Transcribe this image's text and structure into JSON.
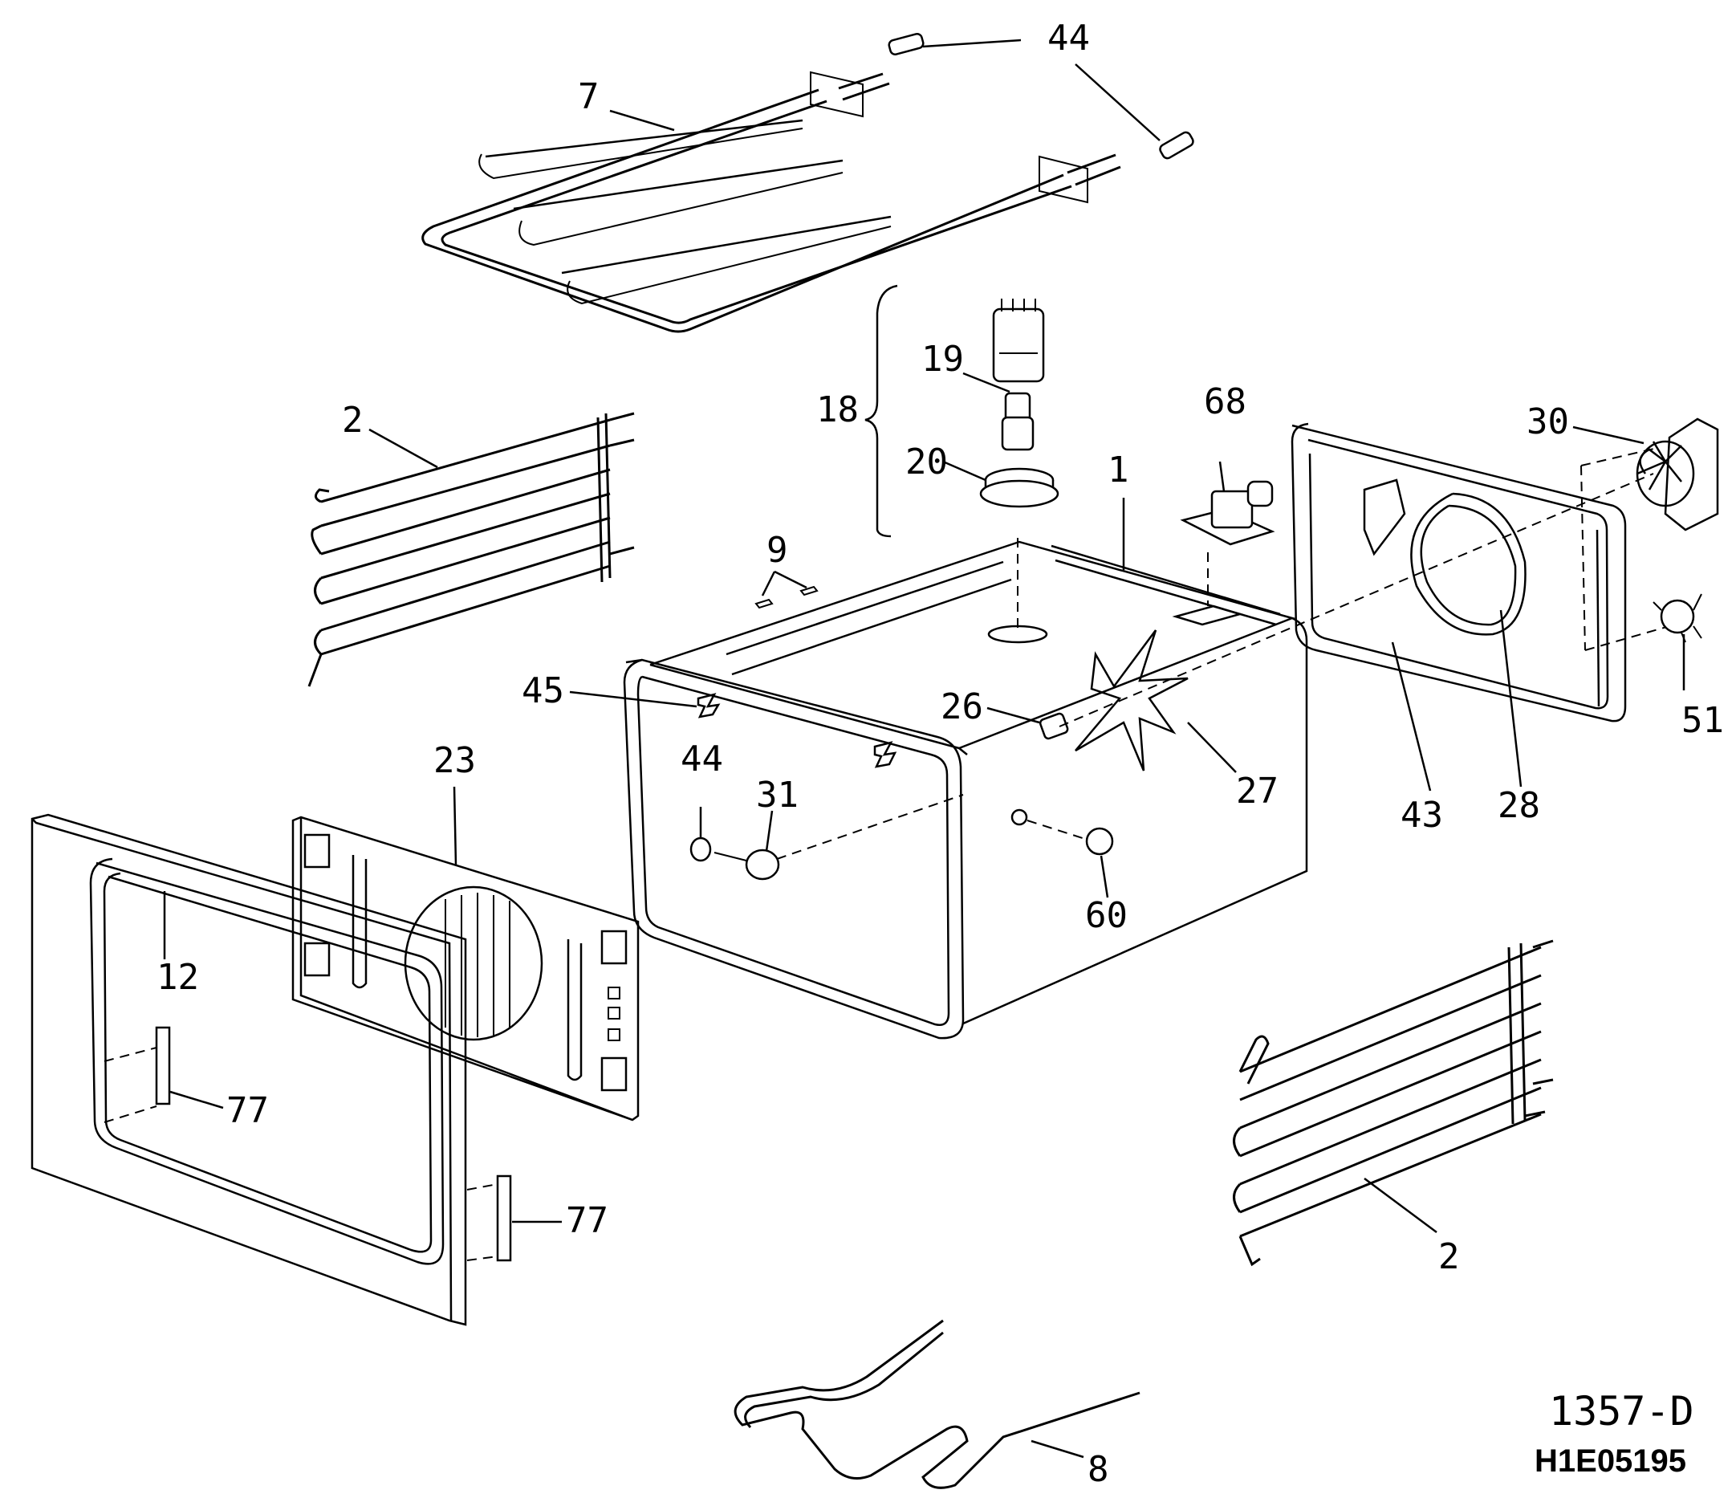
{
  "labels": {
    "p44_top": "44",
    "p44_right": "44",
    "p7": "7",
    "p2_left": "2",
    "p18": "18",
    "p19": "19",
    "p20": "20",
    "p68": "68",
    "p30": "30",
    "p1": "1",
    "p9": "9",
    "p45": "45",
    "p26": "26",
    "p27": "27",
    "p51": "51",
    "p43": "43",
    "p28": "28",
    "p23": "23",
    "p44_mid": "44",
    "p31": "31",
    "p60": "60",
    "p12": "12",
    "p77_left": "77",
    "p77_right": "77",
    "p2_right": "2",
    "p8": "8"
  },
  "codes": {
    "drawing_no": "1357-D",
    "part_code": "H1E05195"
  }
}
